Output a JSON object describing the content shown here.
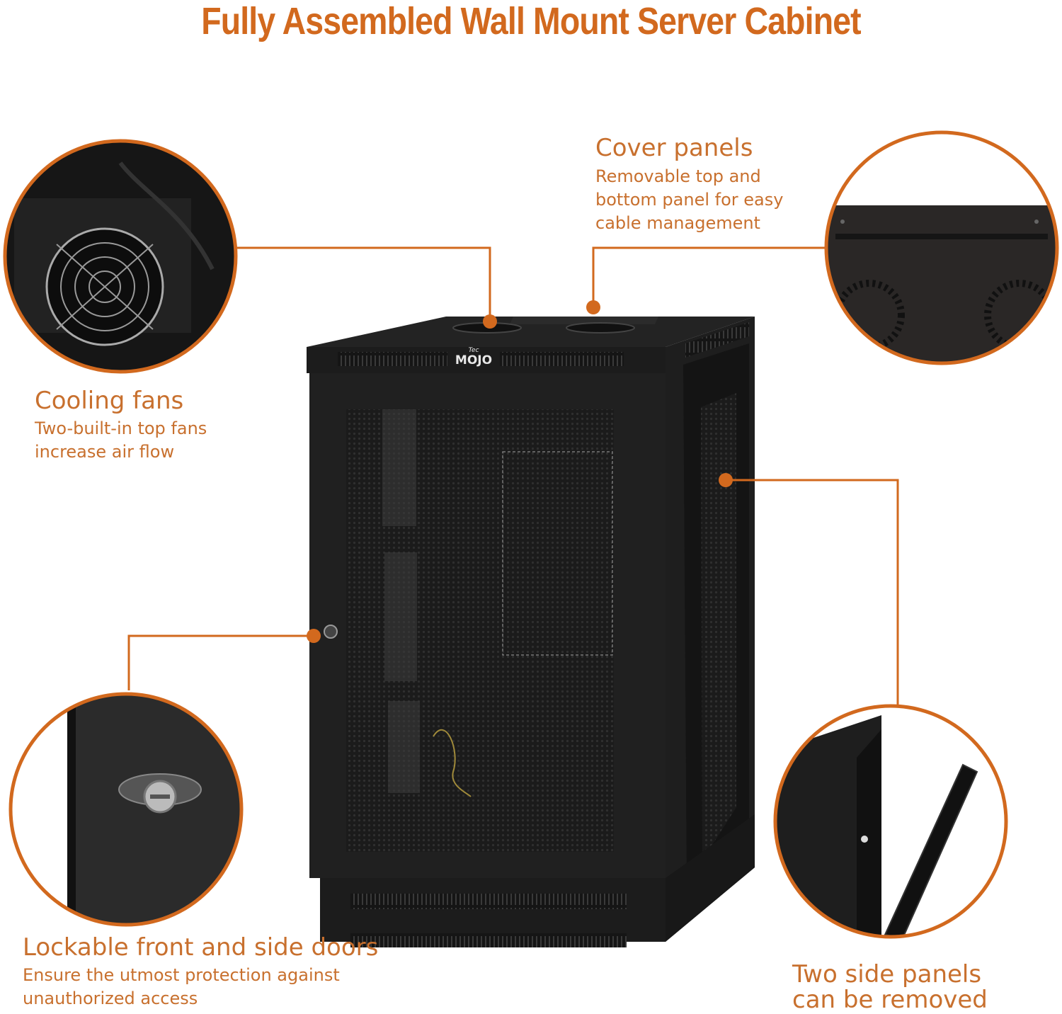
{
  "page": {
    "title": "Fully Assembled Wall Mount Server Cabinet",
    "accent_color": "#D2691E",
    "text_color": "#C8702E"
  },
  "product": {
    "brand_small": "Tec",
    "brand_main": "MOJO"
  },
  "features": {
    "cooling": {
      "title": "Cooling fans",
      "lines": [
        "Two-built-in top fans",
        "increase air flow"
      ]
    },
    "cover": {
      "title": "Cover panels",
      "lines": [
        "Removable top and",
        "bottom panel for easy",
        "cable management"
      ]
    },
    "lock": {
      "title": "Lockable front and side doors",
      "lines": [
        "Ensure the utmost protection against",
        "unauthorized access"
      ]
    },
    "side": {
      "title_lines": [
        "Two side panels",
        "can be removed"
      ]
    }
  },
  "icons": [
    "fan-detail-image",
    "cover-panel-detail-image",
    "lock-detail-image",
    "side-panel-detail-image"
  ]
}
